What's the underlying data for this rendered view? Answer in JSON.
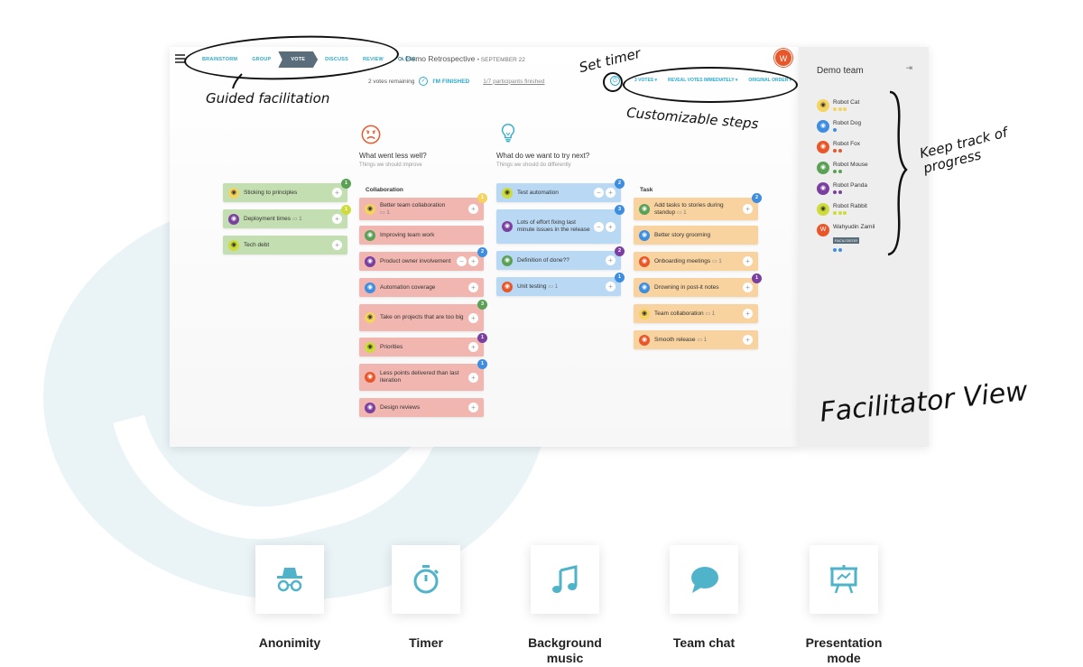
{
  "app": {
    "steps": [
      "BRAINSTORM",
      "GROUP",
      "VOTE",
      "DISCUSS",
      "REVIEW",
      "CLOSE"
    ],
    "active_step": "VOTE",
    "retro_title": "> Demo Retrospective",
    "retro_date": "• SEPTEMBER 22",
    "votes_remaining": "2 votes remaining",
    "finished_label": "I'M FINISHED",
    "participants_finished": "1/7 participants finished",
    "options": [
      "3 VOTES ▾",
      "REVEAL VOTES IMMEDIATELY ▾",
      "ORIGINAL ORDER ▾"
    ],
    "user_avatar": "W"
  },
  "columns": {
    "less_well": {
      "title": "What went less well?",
      "subtitle": "Things we should improve"
    },
    "try_next": {
      "title": "What do we want to try next?",
      "subtitle": "Things we should do differently"
    }
  },
  "groups": {
    "collaboration": "Collaboration",
    "task": "Task"
  },
  "notes": {
    "n1": {
      "text": "Sticking to principles",
      "badge": "1"
    },
    "n2": {
      "text": "Deployment times",
      "comments": "1",
      "badge": "1"
    },
    "n3": {
      "text": "Tech debt"
    },
    "c1": {
      "text": "Better team collaboration",
      "comments": "1",
      "badge": "1"
    },
    "c2": {
      "text": "Improving team work"
    },
    "c3": {
      "text": "Product owner involvement",
      "badge": "2"
    },
    "c4": {
      "text": "Automation coverage"
    },
    "c5": {
      "text": "Take on projects that are too big",
      "badge": "3"
    },
    "c6": {
      "text": "Priorities",
      "badge": "1"
    },
    "c7": {
      "text": "Less points delivered than last iteration",
      "badge": "1"
    },
    "c8": {
      "text": "Design reviews"
    },
    "b1": {
      "text": "Test automation",
      "badge": "2"
    },
    "b2": {
      "text": "Lots of effort fixing last minute issues in the release",
      "badge": "3"
    },
    "b3": {
      "text": "Definition of done??",
      "badge": "2"
    },
    "b4": {
      "text": "Unit testing",
      "comments": "1",
      "badge": "1"
    },
    "t1": {
      "text": "Add tasks to stories during standup",
      "comments": "1",
      "badge": "2"
    },
    "t2": {
      "text": "Better story grooming"
    },
    "t3": {
      "text": "Onboarding meetings",
      "comments": "1"
    },
    "t4": {
      "text": "Drowning in post-it notes",
      "badge": "1"
    },
    "t5": {
      "text": "Team collaboration",
      "comments": "1"
    },
    "t6": {
      "text": "Smooth release",
      "comments": "1"
    }
  },
  "sidebar": {
    "title": "Demo team",
    "members": [
      {
        "name": "Robot Cat"
      },
      {
        "name": "Robot Dog"
      },
      {
        "name": "Robot Fox"
      },
      {
        "name": "Robot Mouse"
      },
      {
        "name": "Robot Panda"
      },
      {
        "name": "Robot Rabbit"
      },
      {
        "name": "Wahyudin Zamil",
        "tag": "FACILITATOR",
        "avatar": "W"
      }
    ]
  },
  "annotations": {
    "guided": "Guided facilitation",
    "timer": "Set timer",
    "steps": "Customizable steps",
    "progress": "Keep track of progress",
    "view": "Facilitator View"
  },
  "features": [
    {
      "label": "Anonimity",
      "icon": "incognito-icon"
    },
    {
      "label": "Timer",
      "icon": "stopwatch-icon"
    },
    {
      "label": "Background music",
      "icon": "music-note-icon"
    },
    {
      "label": "Team chat",
      "icon": "chat-bubble-icon"
    },
    {
      "label": "Presentation mode",
      "icon": "presentation-board-icon"
    }
  ],
  "colors": {
    "accent": "#2eaacb",
    "icon_teal": "#4fb3c9",
    "note_green": "#c3dfb1",
    "note_red": "#f1b6b0",
    "note_blue": "#b9d8f3",
    "note_orange": "#f8d3a0"
  }
}
